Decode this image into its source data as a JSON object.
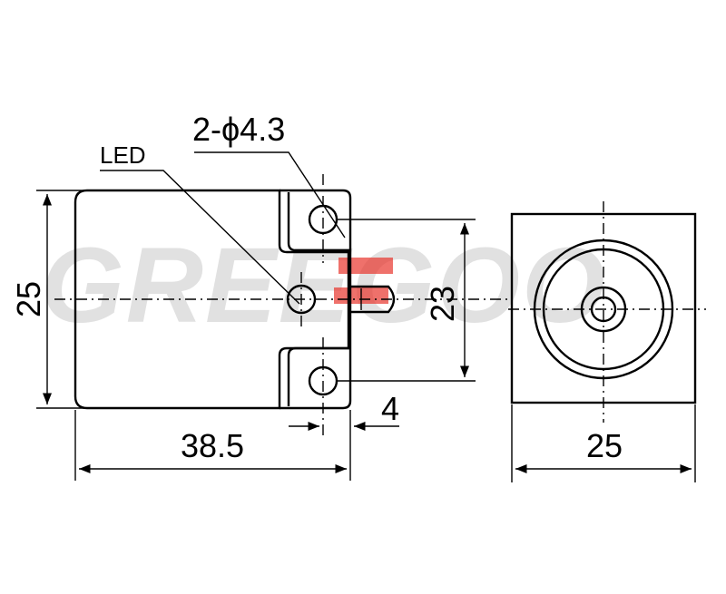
{
  "watermark": {
    "text": "GREEGOO",
    "color": "#c8c8c8",
    "accent": "#e8342c"
  },
  "labels": {
    "hole_spec": "2-ϕ4.3",
    "led": "LED"
  },
  "dimensions": {
    "height": "25",
    "length": "38.5",
    "hole_spacing": "23",
    "tab_offset": "4",
    "face_width": "25"
  }
}
